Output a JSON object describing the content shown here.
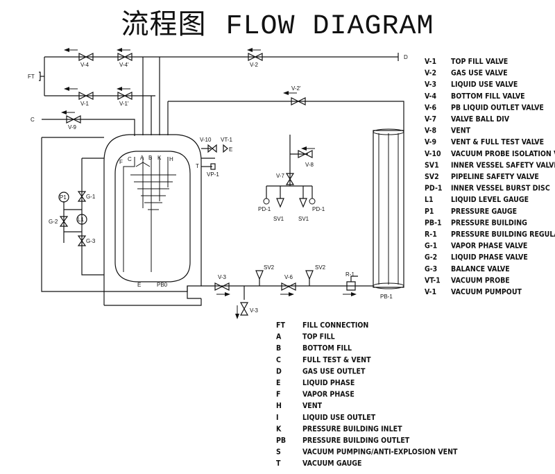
{
  "title": {
    "zh": "流程图",
    "en": "FLOW DIAGRAM"
  },
  "valve_legend": [
    {
      "code": "V-1",
      "desc": "TOP FILL VALVE"
    },
    {
      "code": "V-2",
      "desc": "GAS USE VALVE"
    },
    {
      "code": "V-3",
      "desc": "LIQUID USE VALVE"
    },
    {
      "code": "V-4",
      "desc": "BOTTOM FILL VALVE"
    },
    {
      "code": "V-6",
      "desc": "PB LIQUID OUTLET VALVE"
    },
    {
      "code": "V-7",
      "desc": "VALVE BALL DIV"
    },
    {
      "code": "V-8",
      "desc": "VENT"
    },
    {
      "code": "V-9",
      "desc": "VENT & FULL TEST VALVE"
    },
    {
      "code": "V-10",
      "desc": "VACUUM PROBE ISOLATION VALVE"
    },
    {
      "code": "SV1",
      "desc": "INNER VESSEL SAFETY VALVE"
    },
    {
      "code": "SV2",
      "desc": "PIPELINE SAFETY VALVE"
    },
    {
      "code": "PD-1",
      "desc": "INNER VESSEL BURST DISC"
    },
    {
      "code": "L1",
      "desc": "LIQUID LEVEL GAUGE"
    },
    {
      "code": "P1",
      "desc": "PRESSURE GAUGE"
    },
    {
      "code": "PB-1",
      "desc": "PRESSURE BUILDING"
    },
    {
      "code": "R-1",
      "desc": "PRESSURE BUILDING REGULATOR"
    },
    {
      "code": "G-1",
      "desc": "VAPOR PHASE VALVE"
    },
    {
      "code": "G-2",
      "desc": "LIQUID PHASE VALVE"
    },
    {
      "code": "G-3",
      "desc": "BALANCE VALVE"
    },
    {
      "code": "VT-1",
      "desc": "VACUUM PROBE"
    },
    {
      "code": "V-1",
      "desc": "VACUUM PUMPOUT"
    }
  ],
  "connection_legend": [
    {
      "code": "FT",
      "desc": "FILL CONNECTION"
    },
    {
      "code": "A",
      "desc": "TOP FILL"
    },
    {
      "code": "B",
      "desc": "BOTTOM FILL"
    },
    {
      "code": "C",
      "desc": "FULL TEST & VENT"
    },
    {
      "code": "D",
      "desc": "GAS USE OUTLET"
    },
    {
      "code": "E",
      "desc": "LIQUID PHASE"
    },
    {
      "code": "F",
      "desc": "VAPOR PHASE"
    },
    {
      "code": "H",
      "desc": "VENT"
    },
    {
      "code": "I",
      "desc": "LIQUID USE OUTLET"
    },
    {
      "code": "K",
      "desc": "PRESSURE BUILDING INLET"
    },
    {
      "code": "PB",
      "desc": "PRESSURE BUILDING OUTLET"
    },
    {
      "code": "S",
      "desc": "VACUUM PUMPING/ANTI-EXPLOSION VENT"
    },
    {
      "code": "T",
      "desc": "VACUUM GAUGE"
    }
  ],
  "diagram_labels": {
    "ft": "FT",
    "c": "C",
    "d": "D",
    "v4": "V-4",
    "v4p": "V-4'",
    "v1": "V-1",
    "v1p": "V-1'",
    "v2": "V-2",
    "v2p": "V-2'",
    "v9": "V-9",
    "v10": "V-10",
    "vt1": "VT-1",
    "vp1": "VP-1",
    "v8": "V-8",
    "v7": "V-7",
    "pd1a": "PD-1",
    "pd1b": "PD-1",
    "sv1a": "SV1",
    "sv1b": "SV1",
    "v3": "V-3",
    "v3b": "V-3",
    "sv2a": "SV2",
    "sv2b": "SV2",
    "v6": "V-6",
    "r1": "R-1",
    "pb1": "PB-1",
    "g1": "G-1",
    "g2": "G-2",
    "g3": "G-3",
    "p1": "P1",
    "l1": "L1",
    "ta": "A",
    "tb": "B",
    "tk": "K",
    "th": "H",
    "tf": "F",
    "tcl": "C",
    "te": "E",
    "tt": "T",
    "tpb": "PB0",
    "tee": "E"
  }
}
